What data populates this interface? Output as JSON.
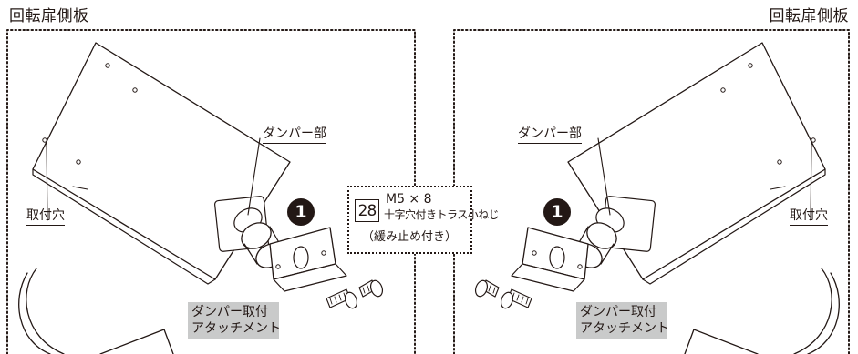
{
  "titles": {
    "left": "回転扉側板",
    "right": "回転扉側板"
  },
  "labels": {
    "damper_left": "ダンパー部",
    "damper_right": "ダンパー部",
    "hole_left": "取付穴",
    "hole_right": "取付穴"
  },
  "step_badges": {
    "left": "1",
    "right": "1"
  },
  "part_callout": {
    "number": "28",
    "spec": "M5 × 8",
    "name": "十字穴付きトラス小ねじ",
    "note": "（緩み止め付き）"
  },
  "attachment_left": {
    "line1": "ダンパー取付",
    "line2": "アタッチメント"
  },
  "attachment_right": {
    "line1": "ダンパー取付",
    "line2": "アタッチメント"
  },
  "colors": {
    "ink": "#231815",
    "highlight": "#c9caca"
  }
}
